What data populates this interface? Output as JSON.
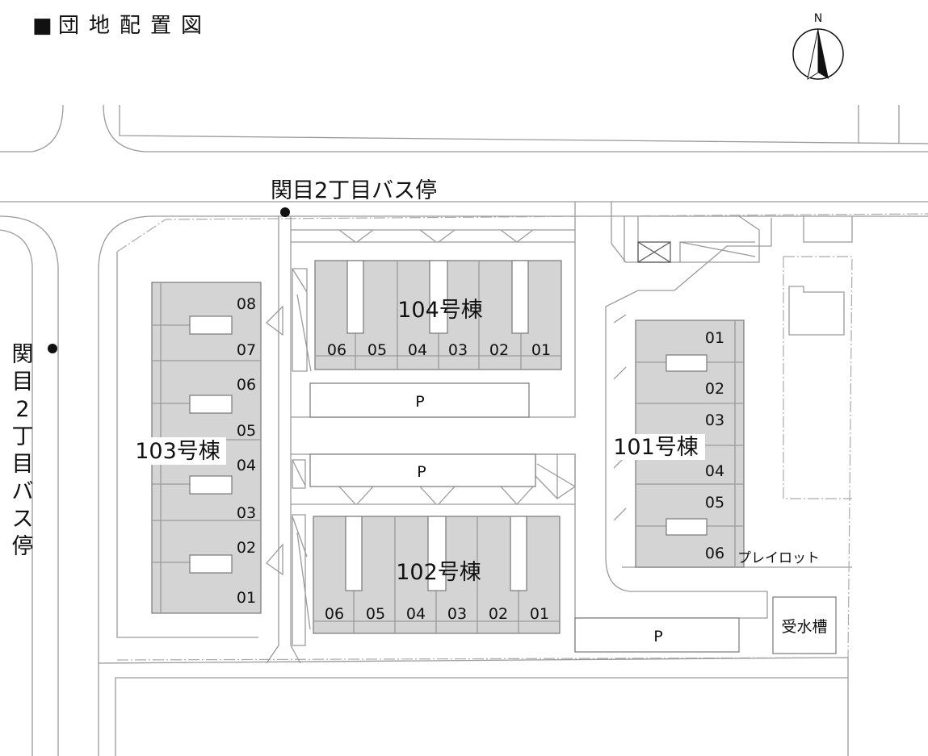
{
  "title": {
    "marker": "■",
    "text": "団地配置図"
  },
  "north": {
    "label": "N"
  },
  "bus_stop": {
    "horizontal": "関目2丁目バス停",
    "vertical": [
      "関",
      "目",
      "2",
      "丁",
      "目",
      "バ",
      "ス",
      "停"
    ]
  },
  "buildings": {
    "b103": {
      "name": "103号棟",
      "units": [
        "08",
        "07",
        "06",
        "05",
        "04",
        "03",
        "02",
        "01"
      ]
    },
    "b104": {
      "name": "104号棟",
      "units": [
        "06",
        "05",
        "04",
        "03",
        "02",
        "01"
      ]
    },
    "b102": {
      "name": "102号棟",
      "units": [
        "06",
        "05",
        "04",
        "03",
        "02",
        "01"
      ]
    },
    "b101": {
      "name": "101号棟",
      "units": [
        "01",
        "02",
        "03",
        "04",
        "05",
        "06"
      ]
    }
  },
  "parking": [
    "P",
    "P",
    "P"
  ],
  "facilities": {
    "playlot": "プレイロット",
    "water_tank": "受水槽"
  },
  "colors": {
    "building": "#d4d4d4",
    "line": "#9a9a9a"
  }
}
